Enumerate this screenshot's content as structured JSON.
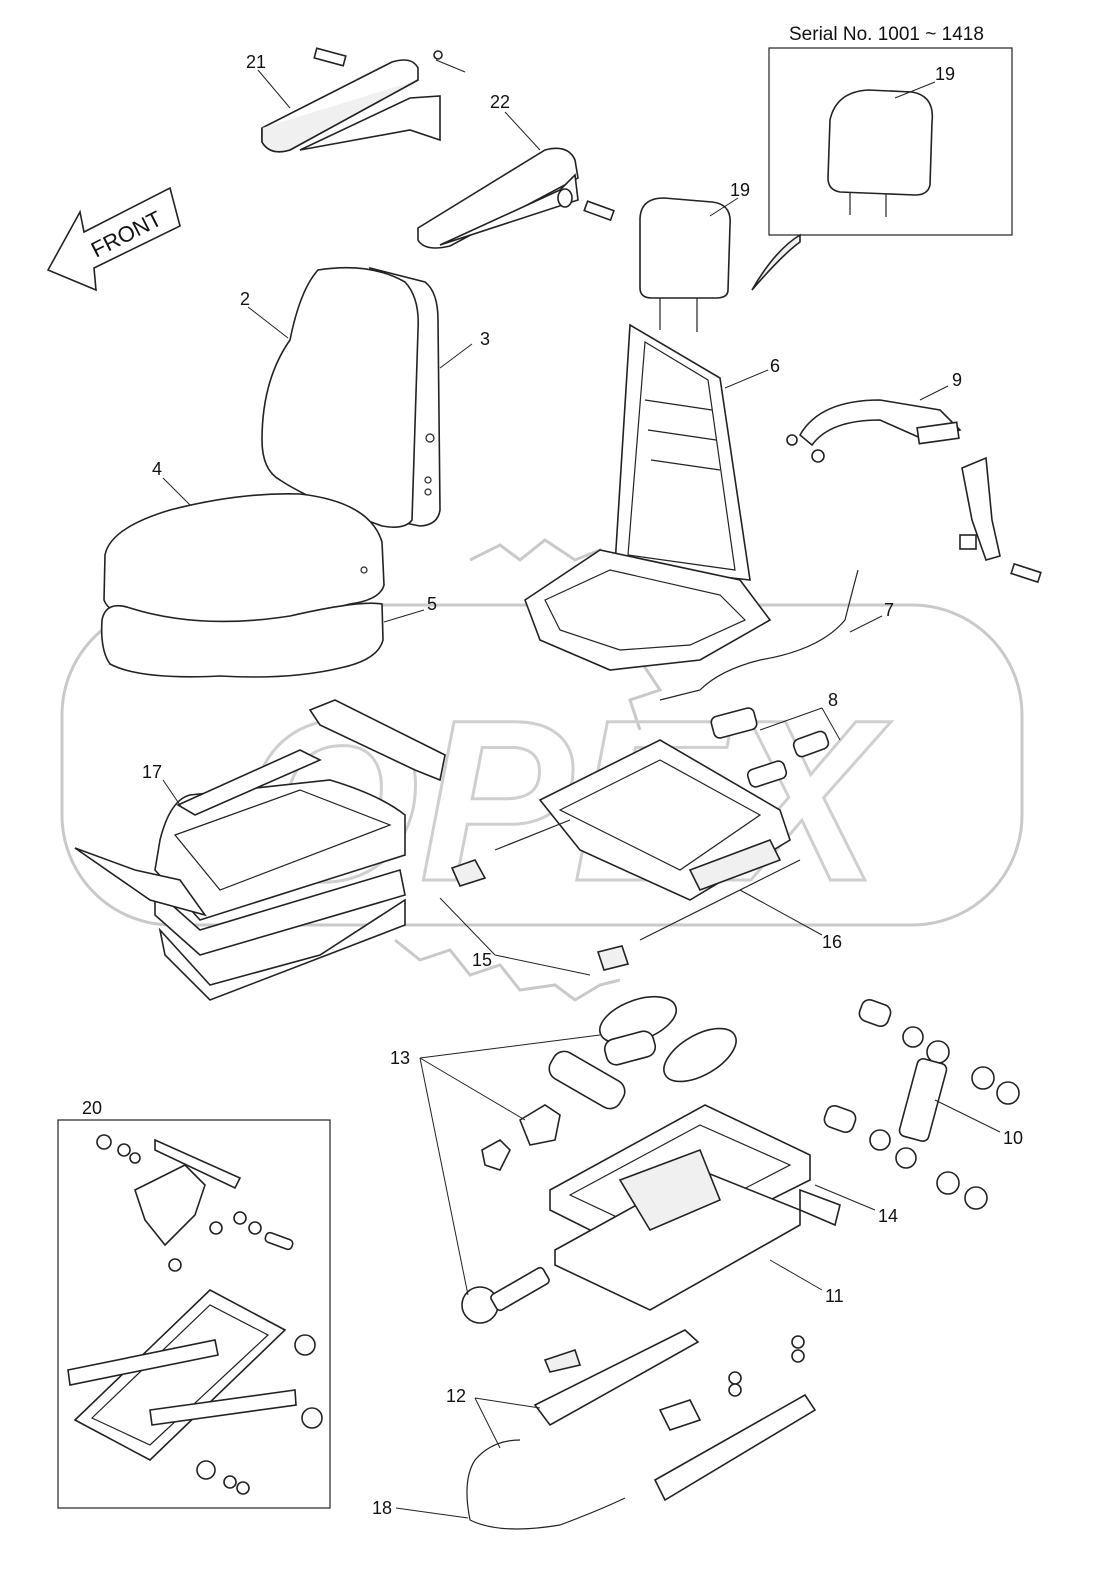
{
  "serial_note": "Serial No. 1001 ~ 1418",
  "front_label": "FRONT",
  "watermark": "OPEX",
  "callouts": {
    "c2": "2",
    "c3": "3",
    "c4": "4",
    "c5": "5",
    "c6": "6",
    "c7": "7",
    "c8": "8",
    "c9": "9",
    "c10": "10",
    "c11": "11",
    "c12": "12",
    "c13": "13",
    "c14": "14",
    "c15": "15",
    "c16": "16",
    "c17": "17",
    "c18": "18",
    "c19a": "19",
    "c19b": "19",
    "c20": "20",
    "c21": "21",
    "c22": "22"
  },
  "colors": {
    "line": "#222222",
    "watermark": "#c9c9c9",
    "background": "#ffffff"
  }
}
